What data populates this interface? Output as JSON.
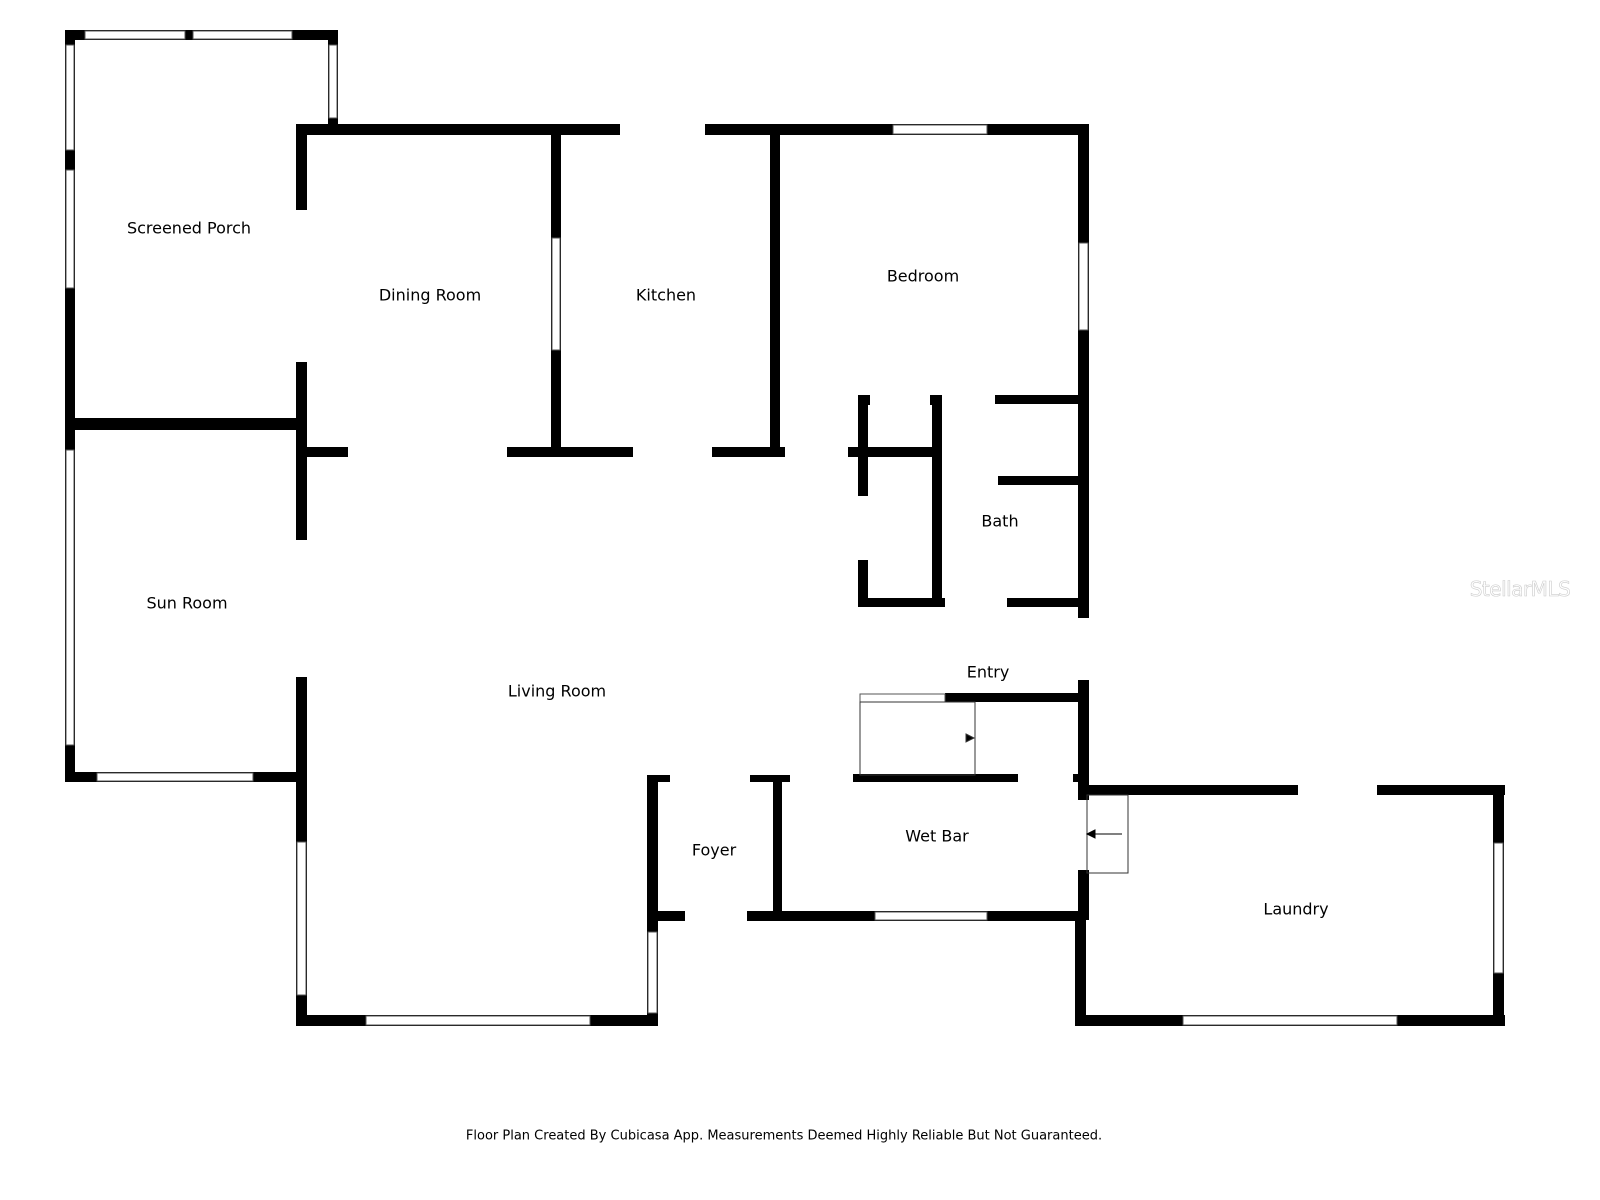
{
  "rooms": {
    "screened_porch": "Screened Porch",
    "dining_room": "Dining Room",
    "kitchen": "Kitchen",
    "bedroom": "Bedroom",
    "bath": "Bath",
    "sun_room": "Sun Room",
    "living_room": "Living Room",
    "entry": "Entry",
    "foyer": "Foyer",
    "wet_bar": "Wet Bar",
    "laundry": "Laundry"
  },
  "footer": "Floor Plan Created By Cubicasa App. Measurements Deemed Highly Reliable But Not Guaranteed.",
  "watermark": "StellarMLS",
  "colors": {
    "wall": "#000000",
    "window": "#ffffff",
    "background": "#ffffff"
  }
}
